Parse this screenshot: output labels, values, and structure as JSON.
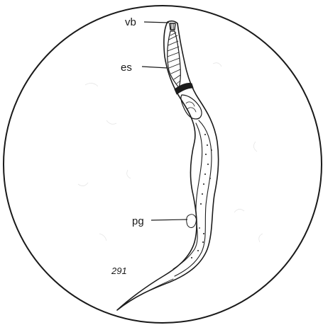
{
  "figure": {
    "number": "291",
    "labels": {
      "vb": "vb",
      "es": "es",
      "pg": "pg"
    }
  },
  "colors": {
    "ink": "#1c1c1c",
    "background": "#ffffff"
  }
}
